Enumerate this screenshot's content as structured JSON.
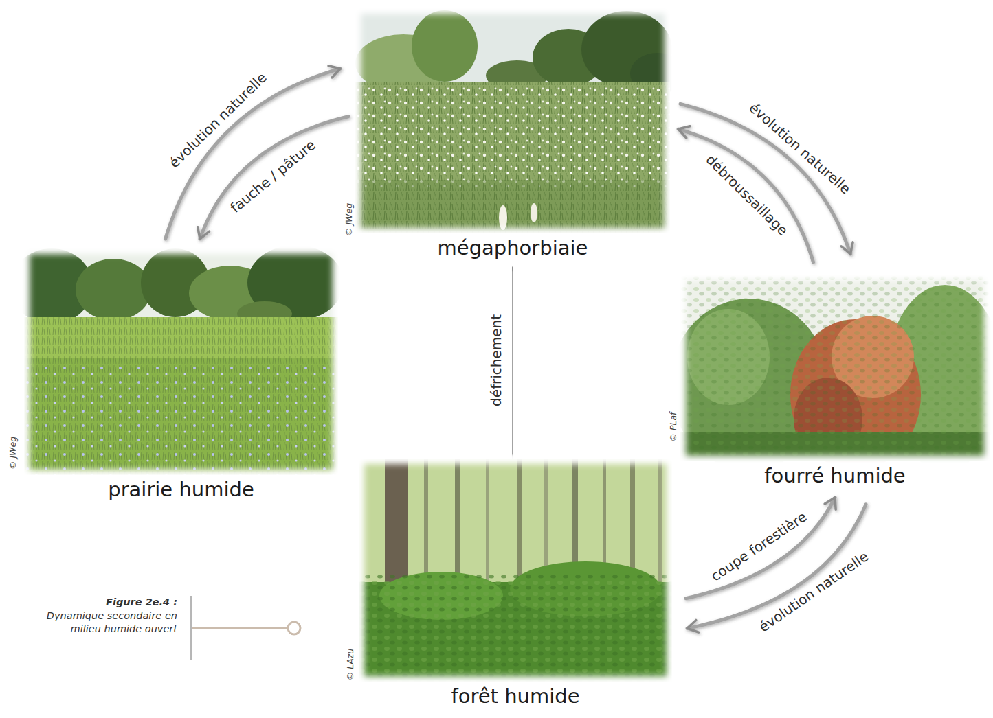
{
  "diagram": {
    "caption": "Figure 2e.4 :",
    "nodes": [
      {
        "text": [
          "mégaphorbiaie"
        ]
      },
      {
        "text": [
          "prairie humide"
        ]
      },
      {
        "text": [
          "fourré humide"
        ]
      },
      {
        "text": [
          "forêt humide"
        ]
      }
    ],
    "edges": [
      {
        "from": 1,
        "to": 0,
        "label": "évolution naturelle",
        "arrow": "to"
      },
      {
        "from": 0,
        "to": 1,
        "label": "fauche / pâture",
        "arrow": "to"
      },
      {
        "from": 0,
        "to": 2,
        "label": "évolution naturelle",
        "arrow": "to"
      },
      {
        "from": 2,
        "to": 0,
        "label": "débroussaillage",
        "arrow": "to"
      },
      {
        "from": 3,
        "to": 0,
        "label": "défrichement",
        "arrow": "to"
      },
      {
        "from": 3,
        "to": 2,
        "label": "coupe forestière",
        "arrow": "to"
      },
      {
        "from": 2,
        "to": 3,
        "label": "évolution naturelle",
        "arrow": "to"
      }
    ],
    "labels": [
      "Dynamique secondaire en milieu humide ouvert",
      "© JWeg",
      "© JWeg",
      "© PLaf",
      "© LAzu"
    ]
  }
}
